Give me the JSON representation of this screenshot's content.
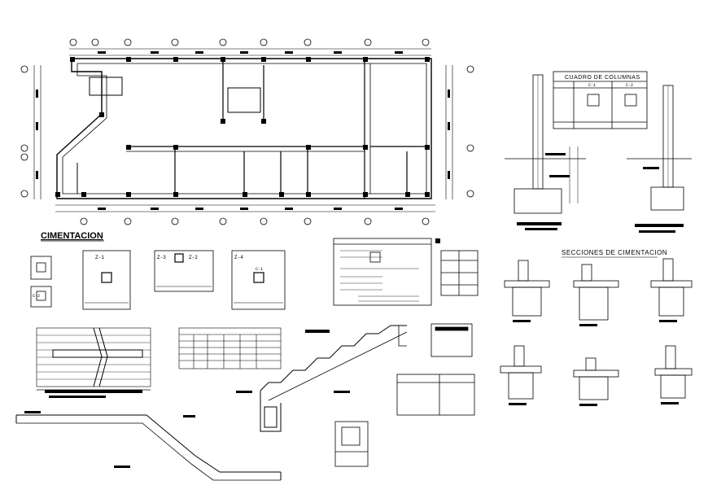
{
  "titles": {
    "cimentacion": "CIMENTACION",
    "cuadro_columnas": "CUADRO DE COLUMNAS",
    "secciones": "SECCIONES DE CIMENTACION"
  },
  "footings": {
    "z1": "Z-1",
    "z2": "Z-2",
    "z3": "Z-3",
    "z4": "Z-4",
    "c1": "C-1",
    "c2": "C-2"
  },
  "column_table": {
    "header_c1": "C-1",
    "header_c2": "C-2"
  }
}
